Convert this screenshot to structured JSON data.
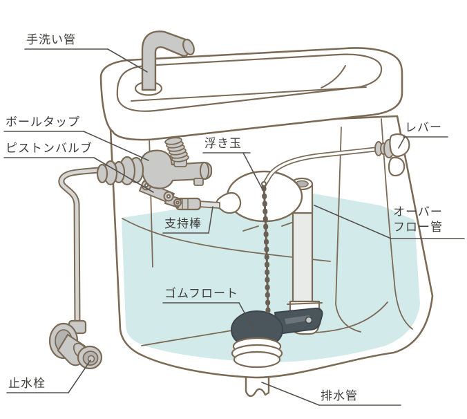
{
  "diagram": {
    "title_implied": "toilet tank cutaway diagram",
    "colors": {
      "outline": "#7a6a56",
      "metal_gray": "#c9c9c7",
      "metal_shade": "#b3b3b1",
      "water": "#d2eaea",
      "rubber_dark": "#4b555c",
      "label_text": "#3d3c3a",
      "label_line": "#55514d",
      "background": "#ffffff"
    },
    "labels": [
      {
        "id": "hand-wash-pipe",
        "text": "手洗い管"
      },
      {
        "id": "ball-tap",
        "text": "ボールタップ"
      },
      {
        "id": "piston-valve",
        "text": "ピストンバルブ"
      },
      {
        "id": "float-ball",
        "text": "浮き玉"
      },
      {
        "id": "lever",
        "text": "レバー"
      },
      {
        "id": "support-rod",
        "text": "支持棒"
      },
      {
        "id": "overflow-pipe",
        "line1": "オーバー",
        "line2": "フロー管"
      },
      {
        "id": "rubber-float",
        "text": "ゴムフロート"
      },
      {
        "id": "stop-valve",
        "text": "止水栓"
      },
      {
        "id": "drain-pipe",
        "text": "排水管"
      }
    ]
  }
}
